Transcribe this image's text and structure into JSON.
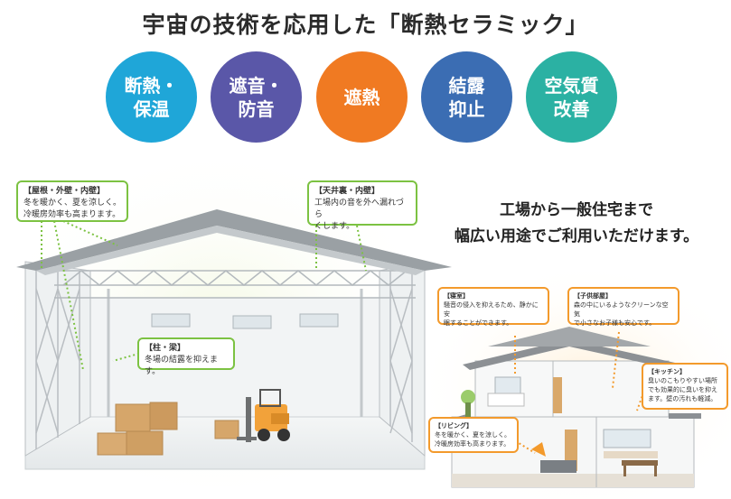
{
  "title": "宇宙の技術を応用した「断熱セラミック」",
  "features": [
    {
      "label": "断熱・\n保温",
      "color": "#1fa6d8"
    },
    {
      "label": "遮音・\n防音",
      "color": "#5a57a8"
    },
    {
      "label": "遮熱",
      "color": "#f07a22"
    },
    {
      "label": "結露\n抑止",
      "color": "#3b6db3"
    },
    {
      "label": "空気質\n改善",
      "color": "#2bb1a3"
    }
  ],
  "tagline": {
    "line1": "工場から一般住宅まで",
    "line2": "幅広い用途でご利用いただけます。"
  },
  "factory_callouts": {
    "roof": {
      "heading": "【屋根・外壁・内壁】",
      "body": "冬を暖かく、夏を涼しく。\n冷暖房効率も高まります。"
    },
    "ceiling": {
      "heading": "【天井裏・内壁】",
      "body": "工場内の音を外へ漏れづら\nくします。"
    },
    "pillar": {
      "heading": "【柱・梁】",
      "body": "冬場の結露を抑えます。"
    }
  },
  "house_callouts": {
    "bedroom": {
      "heading": "【寝室】",
      "body": "騒音の侵入を抑えるため、静かに安\n眠することができます。"
    },
    "kids": {
      "heading": "【子供部屋】",
      "body": "森の中にいるようなクリーンな空気\nで小さなお子様も安心です。"
    },
    "kitchen": {
      "heading": "【キッチン】",
      "body": "臭いのこもりやすい場所\nでも効果的に臭いを抑え\nます。壁の汚れも軽減。"
    },
    "living": {
      "heading": "【リビング】",
      "body": "冬を暖かく、夏を涼しく。\n冷暖房効率も高まります。"
    }
  },
  "colors": {
    "green": "#7cc242",
    "orange": "#f39a2c",
    "roof": "#9aa0a4",
    "steel": "#b9bec2"
  }
}
